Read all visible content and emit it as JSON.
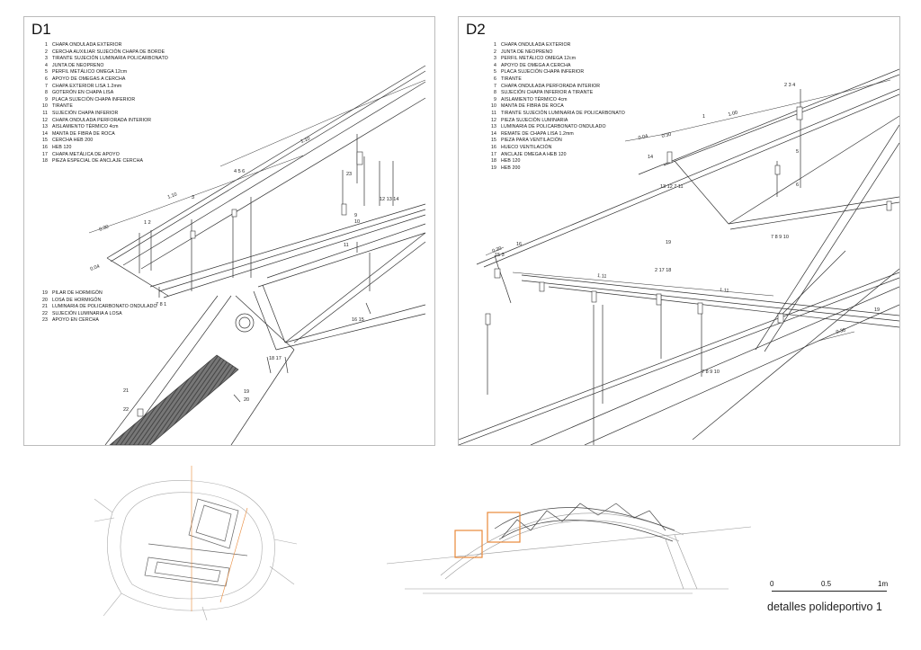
{
  "d1": {
    "title": "D1",
    "legend_top": [
      {
        "n": "1",
        "t": "CHAPA ONDULADA EXTERIOR"
      },
      {
        "n": "2",
        "t": "CERCHA AUXILIAR SUJECIÓN CHAPA DE BORDE"
      },
      {
        "n": "3",
        "t": "TIRANTE SUJECIÓN LUMINARIA POLICARBONATO"
      },
      {
        "n": "4",
        "t": "JUNTA DE NEOPRENO"
      },
      {
        "n": "5",
        "t": "PERFIL METÁLICO OMEGA 12cm"
      },
      {
        "n": "6",
        "t": "APOYO DE OMEGAS A CERCHA"
      },
      {
        "n": "7",
        "t": "CHAPA EXTERIOR LISA 1.2mm"
      },
      {
        "n": "8",
        "t": "GOTERÓN EN CHAPA LISA"
      },
      {
        "n": "9",
        "t": "PLACA SUJECIÓN CHAPA INFERIOR"
      },
      {
        "n": "10",
        "t": "TIRANTE"
      },
      {
        "n": "11",
        "t": "SUJECIÓN CHAPA INFERIOR"
      },
      {
        "n": "12",
        "t": "CHAPA ONDULADA PERFORADA INTERIOR"
      },
      {
        "n": "13",
        "t": "AISLAMIENTO TÉRMICO 4cm"
      },
      {
        "n": "14",
        "t": "MANTA DE FIBRA DE ROCA"
      },
      {
        "n": "15",
        "t": "CERCHA HEB 200"
      },
      {
        "n": "16",
        "t": "HEB 120"
      },
      {
        "n": "17",
        "t": "CHAPA METÁLICA DE APOYO"
      },
      {
        "n": "18",
        "t": "PIEZA ESPECIAL DE ANCLAJE CERCHA"
      }
    ],
    "legend_bottom": [
      {
        "n": "19",
        "t": "PILAR DE HORMIGÓN"
      },
      {
        "n": "20",
        "t": "LOSA DE HORMIGÓN"
      },
      {
        "n": "21",
        "t": "LUMINARIA DE POLICARBONATO ONDULADO"
      },
      {
        "n": "22",
        "t": "SUJECIÓN LUMINARIA A LOSA"
      },
      {
        "n": "23",
        "t": "APOYO EN CERCHA"
      }
    ],
    "callouts": {
      "c_1_2": "1  2",
      "c_3": "3",
      "c_456": "4   5   6",
      "c_23": "23",
      "c_9": "9",
      "c_10": "10",
      "c_121314": "12 13 14",
      "c_11": "11",
      "c_781": "7   8  1",
      "c_1615": "16      15",
      "c_1817": "18      17",
      "c_19": "19",
      "c_20": "20",
      "c_21": "21",
      "c_22": "22"
    },
    "dims": {
      "d030": "0.30",
      "d110a": "1.10",
      "d110b": "1.10",
      "d004": "0.04"
    }
  },
  "d2": {
    "title": "D2",
    "legend": [
      {
        "n": "1",
        "t": "CHAPA ONDULADA EXTERIOR"
      },
      {
        "n": "2",
        "t": "JUNTA DE NEOPRENO"
      },
      {
        "n": "3",
        "t": "PERFIL METÁLICO OMEGA 12cm"
      },
      {
        "n": "4",
        "t": "APOYO DE OMEGA A CERCHA"
      },
      {
        "n": "5",
        "t": "PLACA SUJECIÓN CHAPA INFERIOR"
      },
      {
        "n": "6",
        "t": "TIRANTE"
      },
      {
        "n": "7",
        "t": "CHAPA ONDULADA PERFORADA INTERIOR"
      },
      {
        "n": "8",
        "t": "SUJECIÓN CHAPA INFERIOR A TIRANTE"
      },
      {
        "n": "9",
        "t": "AISLAMIENTO TÉRMICO 4cm"
      },
      {
        "n": "10",
        "t": "MANTA DE FIBRA DE ROCA"
      },
      {
        "n": "11",
        "t": "TIRANTE SUJECIÓN LUMINARIA DE POLICARBONATO"
      },
      {
        "n": "12",
        "t": "PIEZA SUJECIÓN  LUMINARIA"
      },
      {
        "n": "13",
        "t": "LUMINARIA DE POLICARBONATO ONDULADO"
      },
      {
        "n": "14",
        "t": "REMATE DE CHAPA LISA 1.2mm"
      },
      {
        "n": "15",
        "t": "PIEZA PARA VENTILACIÓN"
      },
      {
        "n": "16",
        "t": "HUECO VENTILACIÓN"
      },
      {
        "n": "17",
        "t": "ANCLAJE OMEGA  A  HEB 120"
      },
      {
        "n": "18",
        "t": "HEB 120"
      },
      {
        "n": "19",
        "t": "HEB 200"
      }
    ],
    "callouts": {
      "c_234": "2   3   4",
      "c_1": "1",
      "c_5": "5",
      "c_6": "6",
      "c_14": "14",
      "c_131271": "13  12 7   11",
      "c_19a": "19",
      "c_78910a": "7   8   9  10",
      "c_16": "16",
      "c_153": "15 3",
      "c_21718": "2   17  18",
      "c_19b": "19",
      "c_78910b": "7   8   9  10"
    },
    "dims": {
      "d100": "1.00",
      "d004": "0.04",
      "d030a": "0.30",
      "d020": "0.20",
      "d111a": "1.11",
      "d111b": "1.11",
      "d030b": "0.30"
    }
  },
  "scale": {
    "t0": "0",
    "t05": "0.5",
    "t1": "1m"
  },
  "caption": "detalles polideportivo 1",
  "colors": {
    "line": "#333333",
    "hatch": "#555555",
    "highlight": "#e8893a",
    "faint": "#bbbbbb"
  }
}
